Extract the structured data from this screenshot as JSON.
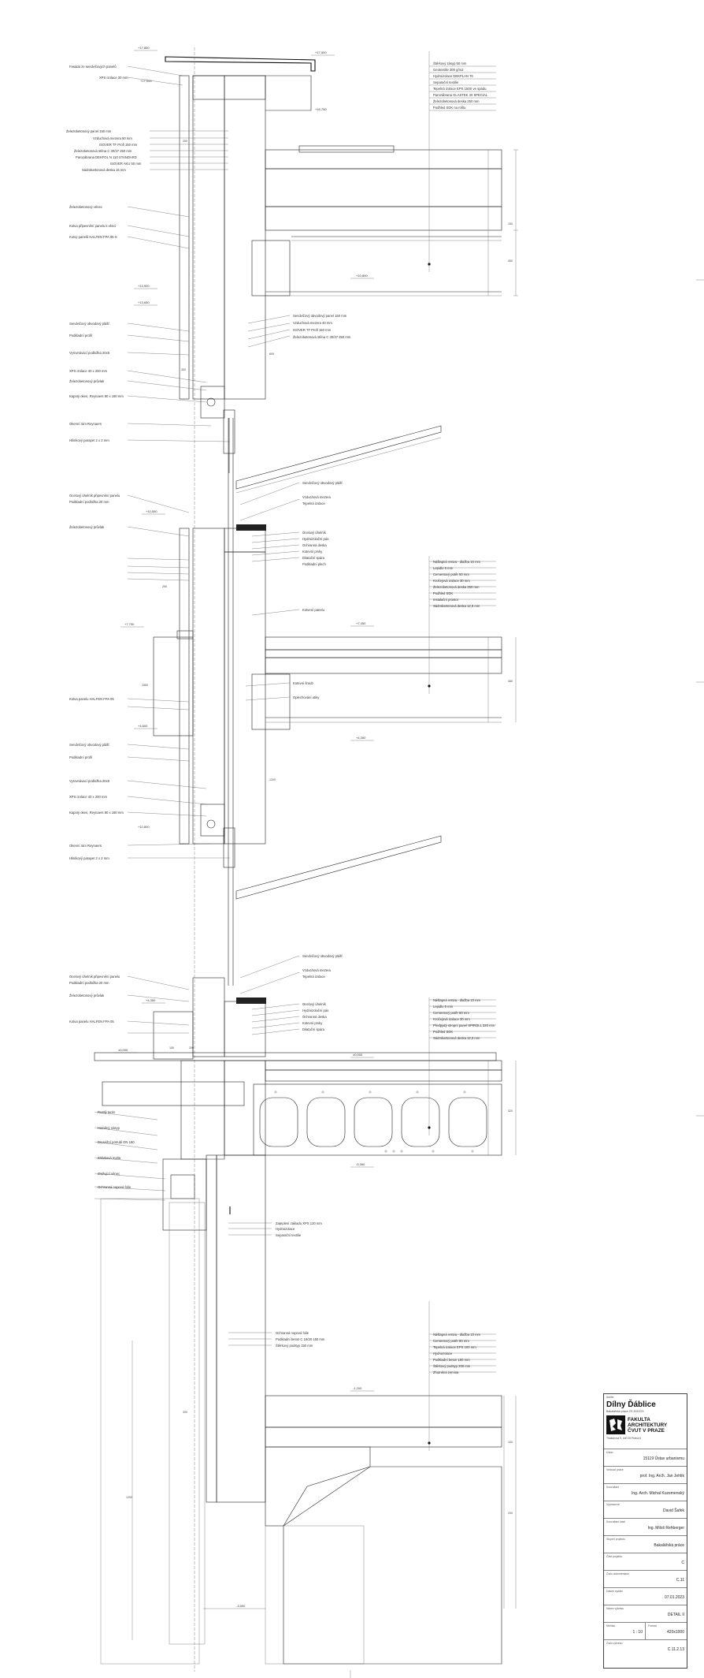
{
  "labels_upper": [
    "Fasáda ze sendvičových panelů",
    "XPS izolace 30 mm",
    "Železobetonový panel 150 mm",
    "Vzduchová mezera 50 mm",
    "ISOVER TF Profi 150 mm",
    "Železobetonová stěna C 30/37 250 mm",
    "Parozábrana DEKFOL N 110 STANDARD",
    "ISOVER AKU 50 mm",
    "Sádrokartonová deska 15 mm",
    "Železobetonový věnec",
    "Kotva připevnění panelu k věnci",
    "Kotvy panelů HALFEN FPA 05-S",
    "Sendvičový obvodový plášť",
    "Podkladní profil",
    "Vyrovnávací podložka 20x5",
    "XPS izolace 40 x 200 mm",
    "Železobetonový průvlak",
    "Kapoty oken, Reynaers 80 x 180 mm",
    "Okenní rám Reynaers",
    "Hliníkový parapet 2 x 2 mm"
  ],
  "labels_roof": [
    "Štěrkový zásyp 50 mm",
    "Geotextilie 300 g/m2",
    "Hydroizolace DEKPLAN 76",
    "Separační textilie",
    "Tepelná izolace EPS 150S ve spádu",
    "Parozábrana GLASTEK 40 SPECIAL",
    "Železobetonová deska 250 mm",
    "Podhled SDK na roštu"
  ],
  "labels_panel": [
    "Sendvičový obvodový panel 150 mm",
    "Vzduchová mezera 40 mm",
    "ISOVER TF Profi 150 mm",
    "Železobetonová stěna C 30/37 250 mm"
  ],
  "labels_middle": [
    "Sendvičový obvodový plášť",
    "Vzduchová mezera",
    "Tepelná izolace",
    "Ocelový úhelník",
    "Hydroizolační pás",
    "Ochranná deska",
    "Kotevní prvky",
    "Dilatační spára",
    "Kotvení panelu",
    "Kotevní šroub",
    "Oplechování atiky",
    "Podkladní plech"
  ],
  "labels_middle_left": [
    "Ocelový úhelník připevnění panelu",
    "Podkladní podložka 20 mm",
    "Železobetonový průvlak",
    "Kotva panelu HALFEN FPA 05",
    "Sendvičový obvodový plášť",
    "Podkladní profil",
    "Vyrovnávací podložka 20x5",
    "XPS izolace 40 x 200 mm",
    "Kapoty oken, Reynaers 80 x 180 mm",
    "Okenní rám Reynaers",
    "Hliníkový parapet 2 x 2 mm"
  ],
  "labels_floor": [
    "Nášlapná vrstva - dlažba 10 mm",
    "Lepidlo 5 mm",
    "Cementový potěr 50 mm",
    "Kročejová izolace 30 mm",
    "Železobetonová deska 250 mm",
    "Podhled SDK",
    "Instalační prostor",
    "Sádrokartonová deska 12,5 mm"
  ],
  "labels_lower": [
    "Zateplení základu XPS 120 mm",
    "Hydroizolace",
    "Separační textilie",
    "Ochranná nopová folie",
    "Podkladní beton C 16/20 150 mm",
    "Štěrkový podsyp 150 mm",
    "Rostlý terén",
    "Hutněný násyp",
    "Drenážní potrubí DN 150"
  ],
  "labels_base": [
    "Nášlapná vrstva - dlažba 10 mm",
    "Cementový potěr 60 mm",
    "Tepelná izolace EPS 100 mm",
    "Hydroizolace",
    "Podkladní beton 150 mm",
    "Štěrkový podsyp 200 mm",
    "Zhutněná zemina"
  ],
  "labels_hollow": [
    "Předpjatý stropní panel SPIROLL 320 mm",
    "Zálivková malta",
    "Ztužující věnec"
  ],
  "levels": [
    "+17,850",
    "+17,500",
    "+17,000",
    "+16,750",
    "+13,900",
    "+13,650",
    "+10,800",
    "+10,550",
    "+7,700",
    "+7,450",
    "+4,600",
    "+4,350",
    "±0,000",
    "-0,350",
    "-1,200",
    "-3,500"
  ],
  "dims": [
    "250",
    "150",
    "40",
    "450",
    "300",
    "600",
    "2550",
    "1200",
    "320",
    "100",
    "200",
    "50",
    "80"
  ],
  "title_block": {
    "school_caption": "Ateliér",
    "project_title": "Dílny Ďáblice",
    "project_sub": "Bakalářská práce ZS 2022/23",
    "logo_line1": "FAKULTA",
    "logo_line2": "ARCHITEKTURY",
    "logo_line3": "ČVUT V PRAZE",
    "logo_sub": "Thákurova 9, 160 00 Praha 6",
    "rows": [
      {
        "cap": "Ústav",
        "val": "15119 Ústav urbanismu"
      },
      {
        "cap": "Vedoucí práce",
        "val": "prof. Ing. Arch. Jan Jehlík"
      },
      {
        "cap": "Konzultant",
        "val": "Ing. Arch. Michal Kuzemenský"
      },
      {
        "cap": "Vypracoval",
        "val": "David Šafek"
      },
      {
        "cap": "Konzultant části",
        "val": "Ing. Miloš Rehberger"
      },
      {
        "cap": "Stupeň projektu",
        "val": "Bakalářská práce"
      },
      {
        "cap": "Část projektu",
        "val": "C"
      },
      {
        "cap": "Číslo dokumentace",
        "val": "C.11"
      },
      {
        "cap": "Datum vydání",
        "val": "07.01.2023"
      },
      {
        "cap": "Název výkresu",
        "val": "DETAIL II"
      }
    ],
    "scale_cap": "Měřítko",
    "scale_val": "1 : 10",
    "format_cap": "Formát",
    "format_val": "420x1000",
    "sheet_cap": "Číslo výkresu",
    "sheet_val": "C.11.2.13"
  }
}
